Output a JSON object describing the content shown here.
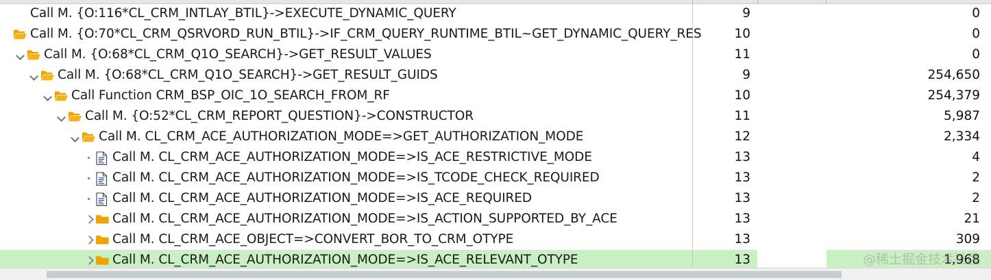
{
  "app": {
    "kind": "call-hierarchy-tree-table",
    "selected_row_index": 12,
    "highlight_color": "#c9f0c2",
    "folder_color": "#f0a300",
    "watermark": "@稀土掘金技术社区"
  },
  "columns": {
    "name": "",
    "level": "",
    "gross": ""
  },
  "rows": [
    {
      "label": "Call M. {O:116*CL_CRM_INTLAY_BTIL}->EXECUTE_DYNAMIC_QUERY",
      "level": "9",
      "gross": "0",
      "depth": 0,
      "icon": "none-icon",
      "twisty": "none",
      "selected": false
    },
    {
      "label": "Call M. {O:70*CL_CRM_QSRVORD_RUN_BTIL}->IF_CRM_QUERY_RUNTIME_BTIL~GET_DYNAMIC_QUERY_RES",
      "level": "10",
      "gross": "0",
      "depth": 0,
      "icon": "folder-open-icon",
      "twisty": "none",
      "selected": false
    },
    {
      "label": "Call M. {O:68*CL_CRM_Q1O_SEARCH}->GET_RESULT_VALUES",
      "level": "11",
      "gross": "0",
      "depth": 1,
      "icon": "folder-open-icon",
      "twisty": "down",
      "selected": false
    },
    {
      "label": "Call M. {O:68*CL_CRM_Q1O_SEARCH}->GET_RESULT_GUIDS",
      "level": "9",
      "gross": "254,650",
      "depth": 2,
      "icon": "folder-open-icon",
      "twisty": "down",
      "selected": false
    },
    {
      "label": "Call Function CRM_BSP_OIC_1O_SEARCH_FROM_RF",
      "level": "10",
      "gross": "254,379",
      "depth": 3,
      "icon": "folder-open-icon",
      "twisty": "down",
      "selected": false
    },
    {
      "label": "Call M. {O:52*CL_CRM_REPORT_QUESTION}->CONSTRUCTOR",
      "level": "11",
      "gross": "5,987",
      "depth": 4,
      "icon": "folder-open-icon",
      "twisty": "down",
      "selected": false
    },
    {
      "label": "Call M. CL_CRM_ACE_AUTHORIZATION_MODE=>GET_AUTHORIZATION_MODE",
      "level": "12",
      "gross": "2,334",
      "depth": 5,
      "icon": "folder-open-icon",
      "twisty": "down",
      "selected": false
    },
    {
      "label": "Call M. CL_CRM_ACE_AUTHORIZATION_MODE=>IS_ACE_RESTRICTIVE_MODE",
      "level": "13",
      "gross": "4",
      "depth": 6,
      "icon": "document-icon",
      "twisty": "dot",
      "selected": false
    },
    {
      "label": "Call M. CL_CRM_ACE_AUTHORIZATION_MODE=>IS_TCODE_CHECK_REQUIRED",
      "level": "13",
      "gross": "2",
      "depth": 6,
      "icon": "document-icon",
      "twisty": "dot",
      "selected": false
    },
    {
      "label": "Call M. CL_CRM_ACE_AUTHORIZATION_MODE=>IS_ACE_REQUIRED",
      "level": "13",
      "gross": "2",
      "depth": 6,
      "icon": "document-icon",
      "twisty": "dot",
      "selected": false
    },
    {
      "label": "Call M. CL_CRM_ACE_AUTHORIZATION_MODE=>IS_ACTION_SUPPORTED_BY_ACE",
      "level": "13",
      "gross": "21",
      "depth": 6,
      "icon": "folder-closed-icon",
      "twisty": "right",
      "selected": false
    },
    {
      "label": "Call M. CL_CRM_ACE_OBJECT=>CONVERT_BOR_TO_CRM_OTYPE",
      "level": "13",
      "gross": "309",
      "depth": 6,
      "icon": "folder-closed-icon",
      "twisty": "right",
      "selected": false
    },
    {
      "label": "Call M. CL_CRM_ACE_AUTHORIZATION_MODE=>IS_ACE_RELEVANT_OTYPE",
      "level": "13",
      "gross": "1,968",
      "depth": 6,
      "icon": "folder-closed-icon",
      "twisty": "right",
      "selected": true
    }
  ]
}
